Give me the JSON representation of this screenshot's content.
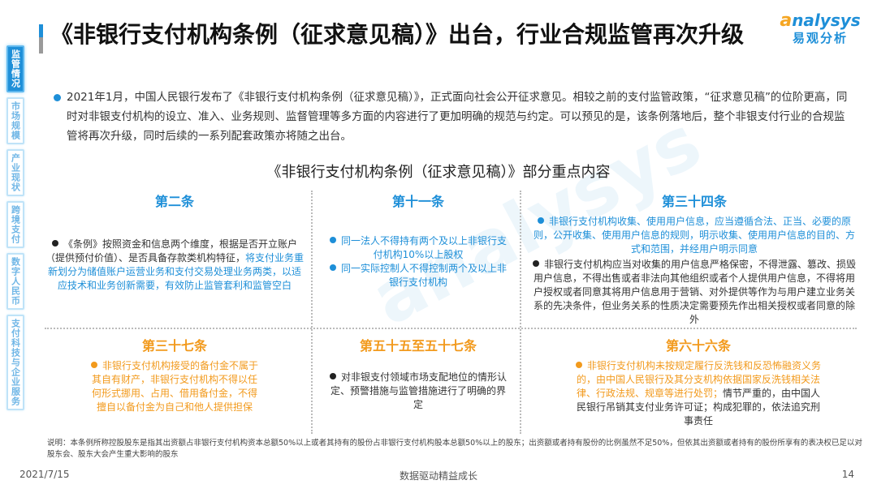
{
  "sidebar": {
    "items": [
      {
        "label": "监管情况",
        "active": true
      },
      {
        "label": "市场规模",
        "active": false
      },
      {
        "label": "产业现状",
        "active": false
      },
      {
        "label": "跨境支付",
        "active": false
      },
      {
        "label": "数字人民币",
        "active": false
      },
      {
        "label": "支付科技与企业服务",
        "active": false
      }
    ]
  },
  "header": {
    "title": "《非银行支付机构条例（征求意见稿）》出台，行业合规监管再次升级",
    "logo_en_a": "a",
    "logo_en_rest": "nalysys",
    "logo_cn": "易观分析"
  },
  "intro": {
    "text": "2021年1月，中国人民银行发布了《非银行支付机构条例（征求意见稿）》，正式面向社会公开征求意见。相较之前的支付监管政策，“征求意见稿”的位阶更高，同时对非银支付机构的设立、准入、业务规则、监督管理等多方面的内容进行了更加明确的规范与约定。可以预见的是，该条例落地后，整个非银支付行业的合规监管将再次升级，同时后续的一系列配套政策亦将随之出台。"
  },
  "subtitle": "《非银行支付机构条例（征求意见稿）》部分重点内容",
  "articles": [
    {
      "heading": "第二条",
      "items": [
        {
          "black": "《条例》按照资金和信息两个维度，根据是否开立账户（提供预付价值）、是否具备存款类机构特征，",
          "blue": "将支付业务重新划分为储值账户运营业务和支付交易处理业务两类，以适应技术和业务创新需要，有效防止监管套利和监管空白"
        }
      ]
    },
    {
      "heading": "第十一条",
      "items": [
        {
          "blue": "同一法人不得持有两个及以上非银行支付机构10%以上股权"
        },
        {
          "blue": "同一实际控制人不得控制两个及以上非银行支付机构"
        }
      ]
    },
    {
      "heading": "第三十四条",
      "items": [
        {
          "blue": "非银行支付机构收集、使用用户信息，应当遵循合法、正当、必要的原则，公开收集、使用用户信息的规则，明示收集、使用用户信息的目的、方式和范围，并经用户明示同意"
        },
        {
          "black": "非银行支付机构应当对收集的用户信息严格保密，不得泄露、篡改、损毁用户信息，不得出售或者非法向其他组织或者个人提供用户信息，不得将用户授权或者同意其将用户信息用于营销、对外提供等作为与用户建立业务关系的先决条件，但业务关系的性质决定需要预先作出相关授权或者同意的除外"
        }
      ]
    },
    {
      "heading": "第三十七条",
      "items": [
        {
          "orange": "非银行支付机构接受的备付金不属于其自有财产，非银行支付机构不得以任何形式挪用、占用、借用备付金，不得擅自以备付金为自己和他人提供担保"
        }
      ]
    },
    {
      "heading": "第五十五至五十七条",
      "items": [
        {
          "black": "对非银支付领域市场支配地位的情形认定、预警措施与监管措施进行了明确的界定"
        }
      ]
    },
    {
      "heading": "第六十六条",
      "items": [
        {
          "orange": "非银行支付机构未按规定履行反洗钱和反恐怖融资义务的，由中国人民银行及其分支机构依据国家反洗钱相关法律、行政法规、规章等进行处罚；",
          "black": "情节严重的，由中国人民银行吊销其支付业务许可证；构成犯罪的，依法追究刑事责任"
        }
      ]
    }
  ],
  "note": "说明：本条例所称控股股东是指其出资额占非银行支付机构资本总额50%以上或者其持有的股份占非银行支付机构股本总额50%以上的股东；出资额或者持有股份的比例虽然不足50%，但依其出资额或者持有的股份所享有的表决权已足以对股东会、股东大会产生重大影响的股东",
  "footer": {
    "date": "2021/7/15",
    "slogan": "数据驱动精益成长",
    "page": "14"
  },
  "colors": {
    "accent_blue": "#1e8fd8",
    "accent_orange": "#f29a1d"
  }
}
